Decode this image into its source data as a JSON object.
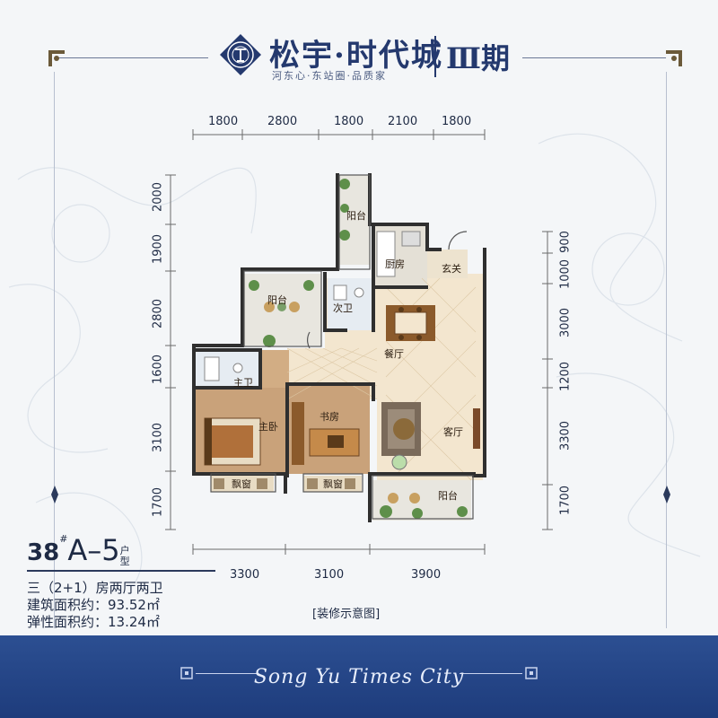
{
  "header": {
    "brand_title": "松宇·时代城",
    "tagline": "河东心·东站圈·品质家",
    "phase": "Ⅲ期"
  },
  "dimensions": {
    "top": [
      "1800",
      "2800",
      "1800",
      "2100",
      "1800"
    ],
    "left": [
      "2000",
      "1900",
      "2800",
      "1600",
      "3100",
      "1700"
    ],
    "right": [
      "900",
      "1000",
      "3000",
      "1200",
      "3300",
      "1700"
    ],
    "bottom": [
      "3300",
      "3100",
      "3900"
    ]
  },
  "rooms": {
    "balcony_top": "阳台",
    "kitchen": "厨房",
    "foyer": "玄关",
    "balcony_left": "阳台",
    "second_bath": "次卫",
    "dining": "餐厅",
    "master_bath": "主卫",
    "master_bedroom": "主卧",
    "study": "书房",
    "living": "客厅",
    "bay_window_1": "飘窗",
    "bay_window_2": "飘窗",
    "balcony_bottom": "阳台"
  },
  "unit": {
    "building_no": "38",
    "building_suffix": "#",
    "type_letter": "A",
    "type_dash": "–",
    "type_no": "5",
    "type_word_1": "户",
    "type_word_2": "型",
    "layout": "三（2+1）房两厅两卫",
    "built_area": "建筑面积约：93.52㎡",
    "flex_area": "弹性面积约：13.24㎡"
  },
  "caption": "[装修示意图]",
  "footer": {
    "slogan": "Song Yu Times City"
  },
  "colors": {
    "brand_navy": "#24396e",
    "footer_blue": "#1e3c7c",
    "wall": "#3a3a3a",
    "floor_tile": "#f3e6cf",
    "wood_floor": "#c9a27a"
  }
}
